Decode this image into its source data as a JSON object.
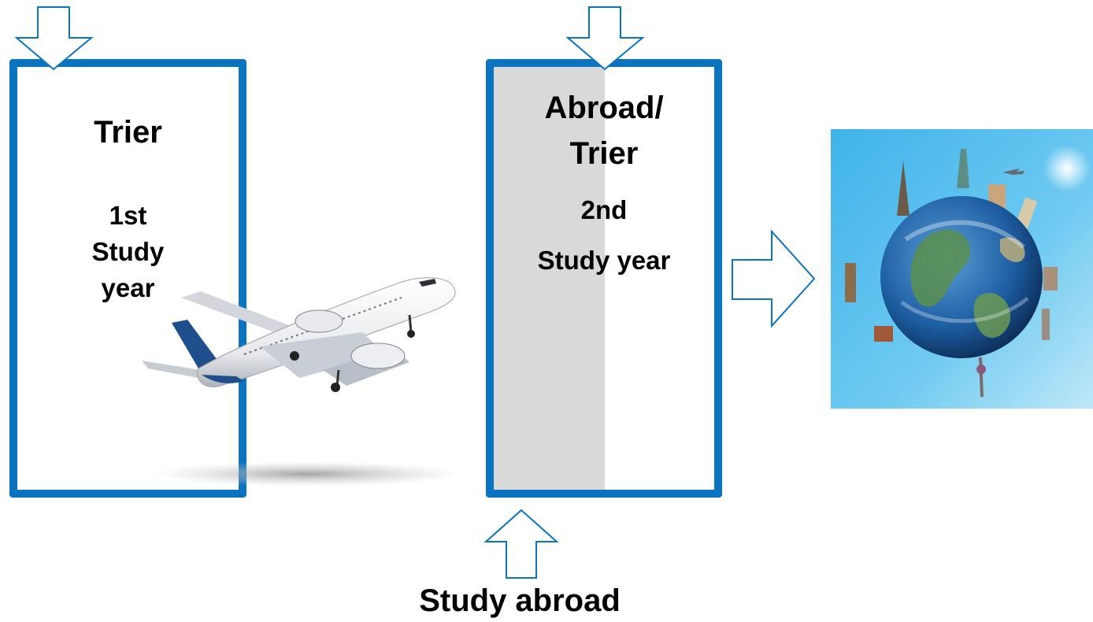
{
  "colors": {
    "accent": "#0a74c0",
    "shade": "#d9d9d9"
  },
  "box1": {
    "title": "Trier",
    "line1": "1st",
    "line2": "Study",
    "line3": "year"
  },
  "box2": {
    "title_line1": "Abroad/",
    "title_line2": "Trier",
    "line1": "2nd",
    "line2": "Study year"
  },
  "footer": {
    "label": "Study abroad"
  },
  "images": {
    "airplane": "airplane",
    "globe": "world landmarks globe"
  },
  "icons": [
    "down-arrow-icon",
    "down-arrow-icon",
    "up-arrow-icon",
    "right-arrow-icon"
  ]
}
